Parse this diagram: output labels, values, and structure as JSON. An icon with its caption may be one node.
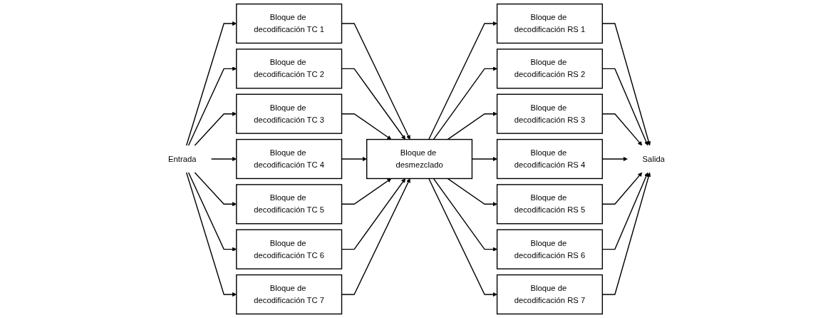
{
  "diagram": {
    "nodes": [
      {
        "text": [
          "Entrada"
        ]
      },
      {
        "text": [
          "Bloque de decodificación TC 1"
        ]
      },
      {
        "text": [
          "Bloque de decodificación TC 2"
        ]
      },
      {
        "text": [
          "Bloque de decodificación TC 3"
        ]
      },
      {
        "text": [
          "Bloque de decodificación TC 4"
        ]
      },
      {
        "text": [
          "Bloque de decodificación TC 5"
        ]
      },
      {
        "text": [
          "Bloque de decodificación TC 6"
        ]
      },
      {
        "text": [
          "Bloque de decodificación TC 7"
        ]
      },
      {
        "text": [
          "Bloque de desmezclado"
        ]
      },
      {
        "text": [
          "Bloque de decodificación RS 1"
        ]
      },
      {
        "text": [
          "Bloque de decodificación RS 2"
        ]
      },
      {
        "text": [
          "Bloque de decodificación RS 3"
        ]
      },
      {
        "text": [
          "Bloque de decodificación RS 4"
        ]
      },
      {
        "text": [
          "Bloque de decodificación RS 5"
        ]
      },
      {
        "text": [
          "Bloque de decodificación RS 6"
        ]
      },
      {
        "text": [
          "Bloque de decodificación RS 7"
        ]
      },
      {
        "text": [
          "Salida"
        ]
      }
    ],
    "edges": [
      {
        "from": 0,
        "to": 1,
        "arrow": "to"
      },
      {
        "from": 0,
        "to": 2,
        "arrow": "to"
      },
      {
        "from": 0,
        "to": 3,
        "arrow": "to"
      },
      {
        "from": 0,
        "to": 4,
        "arrow": "to"
      },
      {
        "from": 0,
        "to": 5,
        "arrow": "to"
      },
      {
        "from": 0,
        "to": 6,
        "arrow": "to"
      },
      {
        "from": 0,
        "to": 7,
        "arrow": "to"
      },
      {
        "from": 1,
        "to": 8,
        "arrow": "to"
      },
      {
        "from": 2,
        "to": 8,
        "arrow": "to"
      },
      {
        "from": 3,
        "to": 8,
        "arrow": "to"
      },
      {
        "from": 4,
        "to": 8,
        "arrow": "to"
      },
      {
        "from": 5,
        "to": 8,
        "arrow": "to"
      },
      {
        "from": 6,
        "to": 8,
        "arrow": "to"
      },
      {
        "from": 7,
        "to": 8,
        "arrow": "to"
      },
      {
        "from": 8,
        "to": 9,
        "arrow": "to"
      },
      {
        "from": 8,
        "to": 10,
        "arrow": "to"
      },
      {
        "from": 8,
        "to": 11,
        "arrow": "to"
      },
      {
        "from": 8,
        "to": 12,
        "arrow": "to"
      },
      {
        "from": 8,
        "to": 13,
        "arrow": "to"
      },
      {
        "from": 8,
        "to": 14,
        "arrow": "to"
      },
      {
        "from": 8,
        "to": 15,
        "arrow": "to"
      },
      {
        "from": 9,
        "to": 16,
        "arrow": "to"
      },
      {
        "from": 10,
        "to": 16,
        "arrow": "to"
      },
      {
        "from": 11,
        "to": 16,
        "arrow": "to"
      },
      {
        "from": 12,
        "to": 16,
        "arrow": "to"
      },
      {
        "from": 13,
        "to": 16,
        "arrow": "to"
      },
      {
        "from": 14,
        "to": 16,
        "arrow": "to"
      },
      {
        "from": 15,
        "to": 16,
        "arrow": "to"
      }
    ]
  }
}
